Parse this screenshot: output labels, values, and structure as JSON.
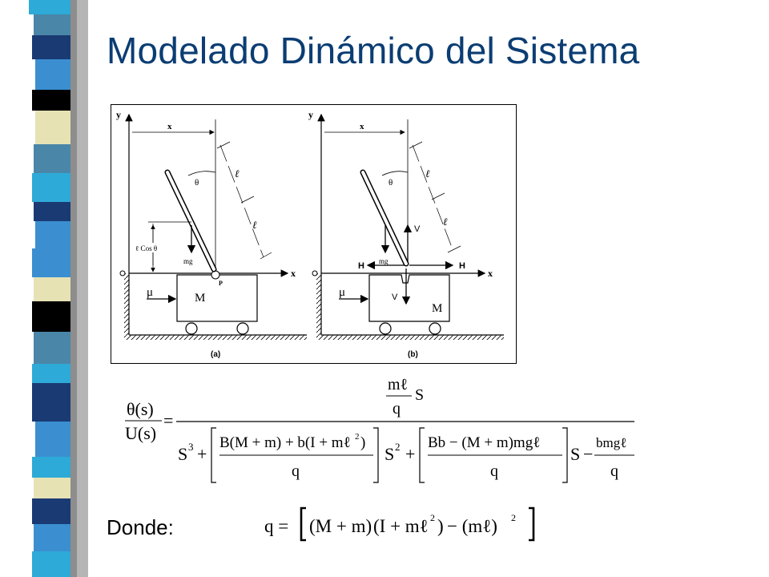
{
  "slide": {
    "title": "Modelado Dinámico del Sistema",
    "donde_label": "Donde:"
  },
  "figure": {
    "panel_a_caption": "(a)",
    "panel_b_caption": "(b)",
    "labels": {
      "y": "y",
      "x_axis": "x",
      "x_dim": "x",
      "theta": "θ",
      "ell": "ℓ",
      "ell_cos_theta": "ℓ Cos θ",
      "mg": "mg",
      "P": "P",
      "mu": "μ",
      "M": "M",
      "V": "V",
      "H": "H",
      "origin": "o"
    }
  },
  "equations": {
    "transfer": {
      "lhs_num": "θ(s)",
      "lhs_den": "U(s)",
      "equals": "=",
      "numerator_frac_num": "mℓ",
      "numerator_frac_den": "q",
      "numerator_S": "S",
      "den_S3": "S",
      "den_S3_exp": "3",
      "plus": "+",
      "term2_num": "B(M + m) + b(I + mℓ",
      "term2_num_exp": "2",
      "term2_num_close": ")",
      "term2_den": "q",
      "S2": "S",
      "S2_exp": "2",
      "term3_num": "Bb − (M + m)mgℓ",
      "term3_den": "q",
      "S1": "S",
      "minus": "−",
      "term4_num": "bmgℓ",
      "term4_den": "q"
    },
    "q_def": {
      "lhs": "q =",
      "part1": "(M + m)",
      "part2": "(I + mℓ",
      "part2_exp": "2",
      "part2_close": ")",
      "minus": "− (mℓ)",
      "part3_exp": "2"
    }
  },
  "colors": {
    "title": "#0b3d73",
    "strip_dark": "#1a3a73",
    "strip_light_blue": "#3b8fd0",
    "strip_cyan": "#2eaad8",
    "strip_beige": "#e6e2b4",
    "strip_black": "#000000",
    "strip_grey": "#8c8c8c",
    "strip_teal": "#4a86a8"
  }
}
